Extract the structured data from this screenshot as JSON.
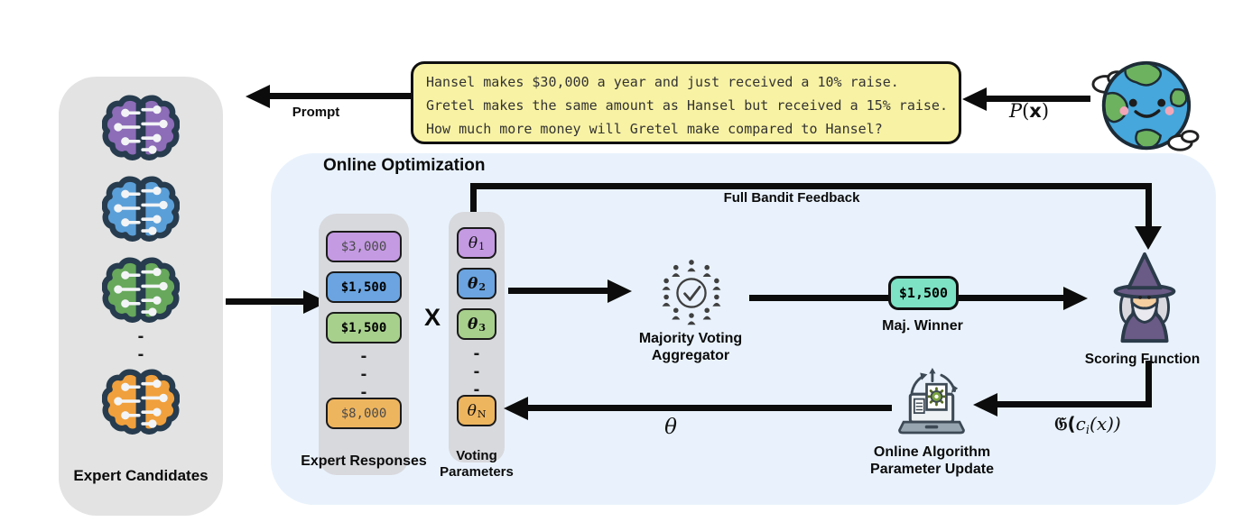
{
  "colors": {
    "panel_blue": "#e9f2fc",
    "panel_gray": "#e3e3e3",
    "column_gray": "#d8d9dd",
    "prompt_yellow": "#f8f2a4",
    "winner_teal": "#7de2c4",
    "box_purple": "#c49ae2",
    "box_blue": "#6ba4e0",
    "box_green": "#a8d08d",
    "box_orange": "#eeb55f",
    "brain_purple": "#8d6cb8",
    "brain_blue": "#5b9fd8",
    "brain_green": "#67a85c",
    "brain_orange": "#f0a03c",
    "arrow_black": "#0c0c0c"
  },
  "prompt": {
    "label": "Prompt",
    "lines": [
      "Hansel makes $30,000 a year and just received a 10% raise.",
      "Gretel makes the same amount as Hansel but received a 15% raise.",
      "How much more money will Gretel make compared to Hansel?"
    ]
  },
  "environment": {
    "p": "P",
    "open": "(",
    "x": "x",
    "close": ")"
  },
  "candidates": {
    "label": "Expert Candidates",
    "dashes": [
      "-",
      "-"
    ]
  },
  "online_panel": {
    "title": "Online Optimization"
  },
  "responses": {
    "label": "Expert Responses",
    "items": [
      "$3,000",
      "$1,500",
      "$1,500",
      "$8,000"
    ],
    "dashes": [
      "-",
      "-",
      "-"
    ]
  },
  "multiply_sign": "X",
  "voting": {
    "label_line1": "Voting",
    "label_line2": "Parameters",
    "items": [
      {
        "base": "θ",
        "sub": "1"
      },
      {
        "base": "θ",
        "sub": "2"
      },
      {
        "base": "θ",
        "sub": "3"
      },
      {
        "base": "θ",
        "sub": "N"
      }
    ],
    "dashes": [
      "-",
      "-",
      "-"
    ]
  },
  "aggregator": {
    "label_line1": "Majority Voting",
    "label_line2": "Aggregator"
  },
  "winner": {
    "value": "$1,500",
    "label": "Maj. Winner"
  },
  "scoring": {
    "label": "Scoring Function"
  },
  "feedback": {
    "label": "Full Bandit Feedback"
  },
  "update": {
    "label_line1": "Online Algorithm",
    "label_line2": "Parameter Update"
  },
  "score_signal": {
    "g": "𝔊(",
    "c": "c",
    "sub": "i",
    "rest": "(x))"
  },
  "theta_signal": "θ"
}
